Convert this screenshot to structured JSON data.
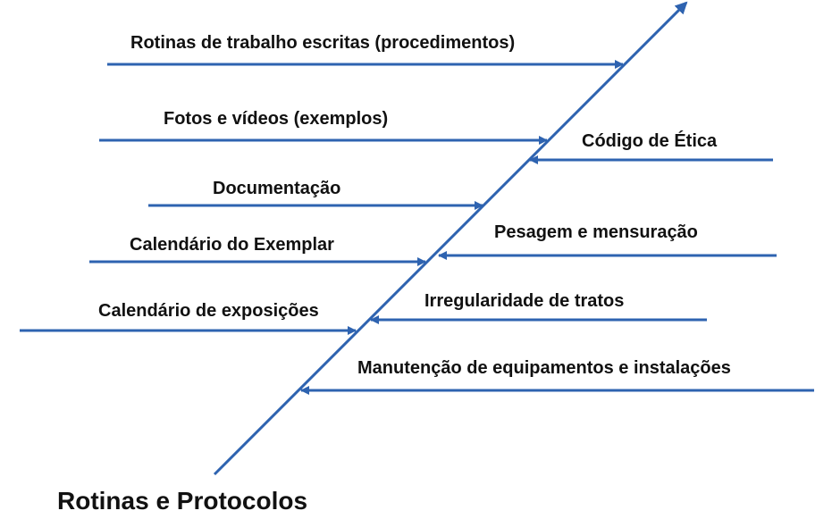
{
  "diagram": {
    "title": "Rotinas e Protocolos",
    "line_color": "#2e63b0",
    "left_causes": [
      "Rotinas de trabalho escritas (procedimentos)",
      "Fotos e vídeos (exemplos)",
      "Documentação",
      "Calendário do Exemplar",
      "Calendário de exposições"
    ],
    "right_causes": [
      "Código de Ética",
      "Pesagem e mensuração",
      "Irregularidade de tratos",
      "Manutenção de equipamentos e instalações"
    ]
  }
}
